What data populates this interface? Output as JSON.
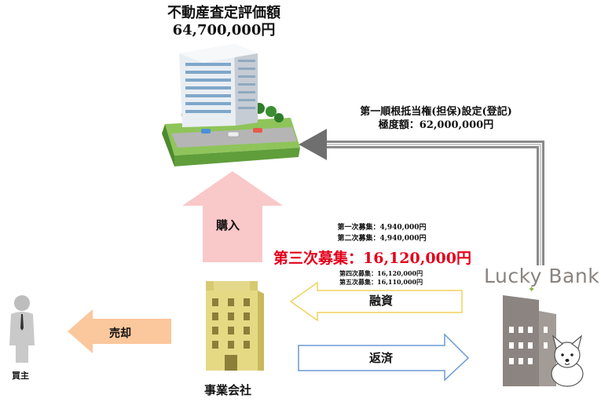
{
  "property": {
    "title": "不動産査定評価額",
    "value": "64,700,000円"
  },
  "lien": {
    "title": "第一順根抵当権(担保)設定(登記)",
    "limit": "極度額：62,000,000円"
  },
  "flows": {
    "purchase": "購入",
    "loan": "融資",
    "repay": "返済",
    "sale": "売却"
  },
  "rounds": {
    "round1": "第一次募集：4,940,000円",
    "round2": "第二次募集：4,940,000円",
    "round3": "第三次募集：16,120,000円",
    "round4": "第四次募集：16,120,000円",
    "round5": "第五次募集：16,110,000円"
  },
  "actors": {
    "buyer": "買主",
    "company": "事業会社",
    "lender": "Lucky Bank"
  },
  "colors": {
    "highlight": "#e3001b",
    "purchase_arrow": "#f9c8c8",
    "sale_arrow": "#fbc79c",
    "loan_arrow_border": "#f0d25a",
    "repay_arrow_border": "#6a9ad6",
    "lien_arrow": "#777777"
  },
  "icons": [
    "building-property-icon",
    "office-building-icon",
    "lender-building-icon",
    "dog-mascot-icon",
    "person-icon",
    "leaf-icon"
  ]
}
